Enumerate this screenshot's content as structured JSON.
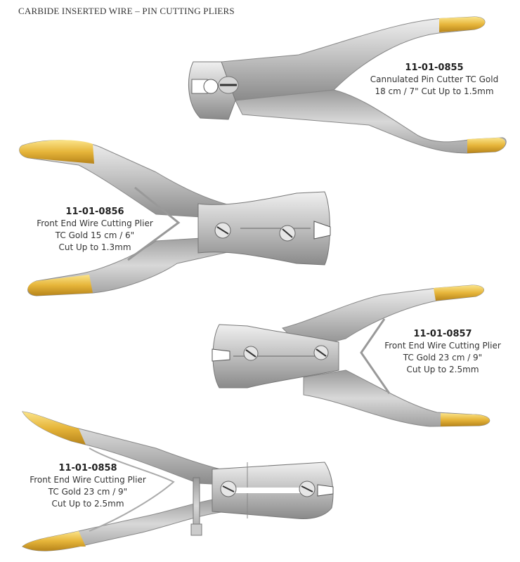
{
  "page": {
    "title": "CARBIDE INSERTED WIRE – PIN CUTTING PLIERS"
  },
  "colors": {
    "steel_light": "#e6e6e6",
    "steel_mid": "#b9b9b9",
    "steel_dark": "#7d7d7d",
    "gold_light": "#f7d66b",
    "gold_dark": "#c9951d",
    "text": "#333333"
  },
  "products": [
    {
      "code": "11-01-0855",
      "lines": [
        "Cannulated Pin Cutter TC Gold",
        "18 cm / 7\" Cut Up to 1.5mm"
      ],
      "image_icon": "cannulated-pin-cutter-image"
    },
    {
      "code": "11-01-0856",
      "lines": [
        "Front End Wire Cutting Plier",
        "TC Gold 15 cm / 6\"",
        "Cut Up to 1.3mm"
      ],
      "image_icon": "front-end-wire-cutting-plier-image"
    },
    {
      "code": "11-01-0857",
      "lines": [
        "Front End Wire Cutting Plier",
        "TC Gold 23 cm / 9\"",
        "Cut Up to 2.5mm"
      ],
      "image_icon": "front-end-wire-cutting-plier-image"
    },
    {
      "code": "11-01-0858",
      "lines": [
        "Front End Wire Cutting Plier",
        "TC Gold 23 cm / 9\"",
        "Cut Up to 2.5mm"
      ],
      "image_icon": "front-end-wire-cutting-plier-image"
    }
  ]
}
